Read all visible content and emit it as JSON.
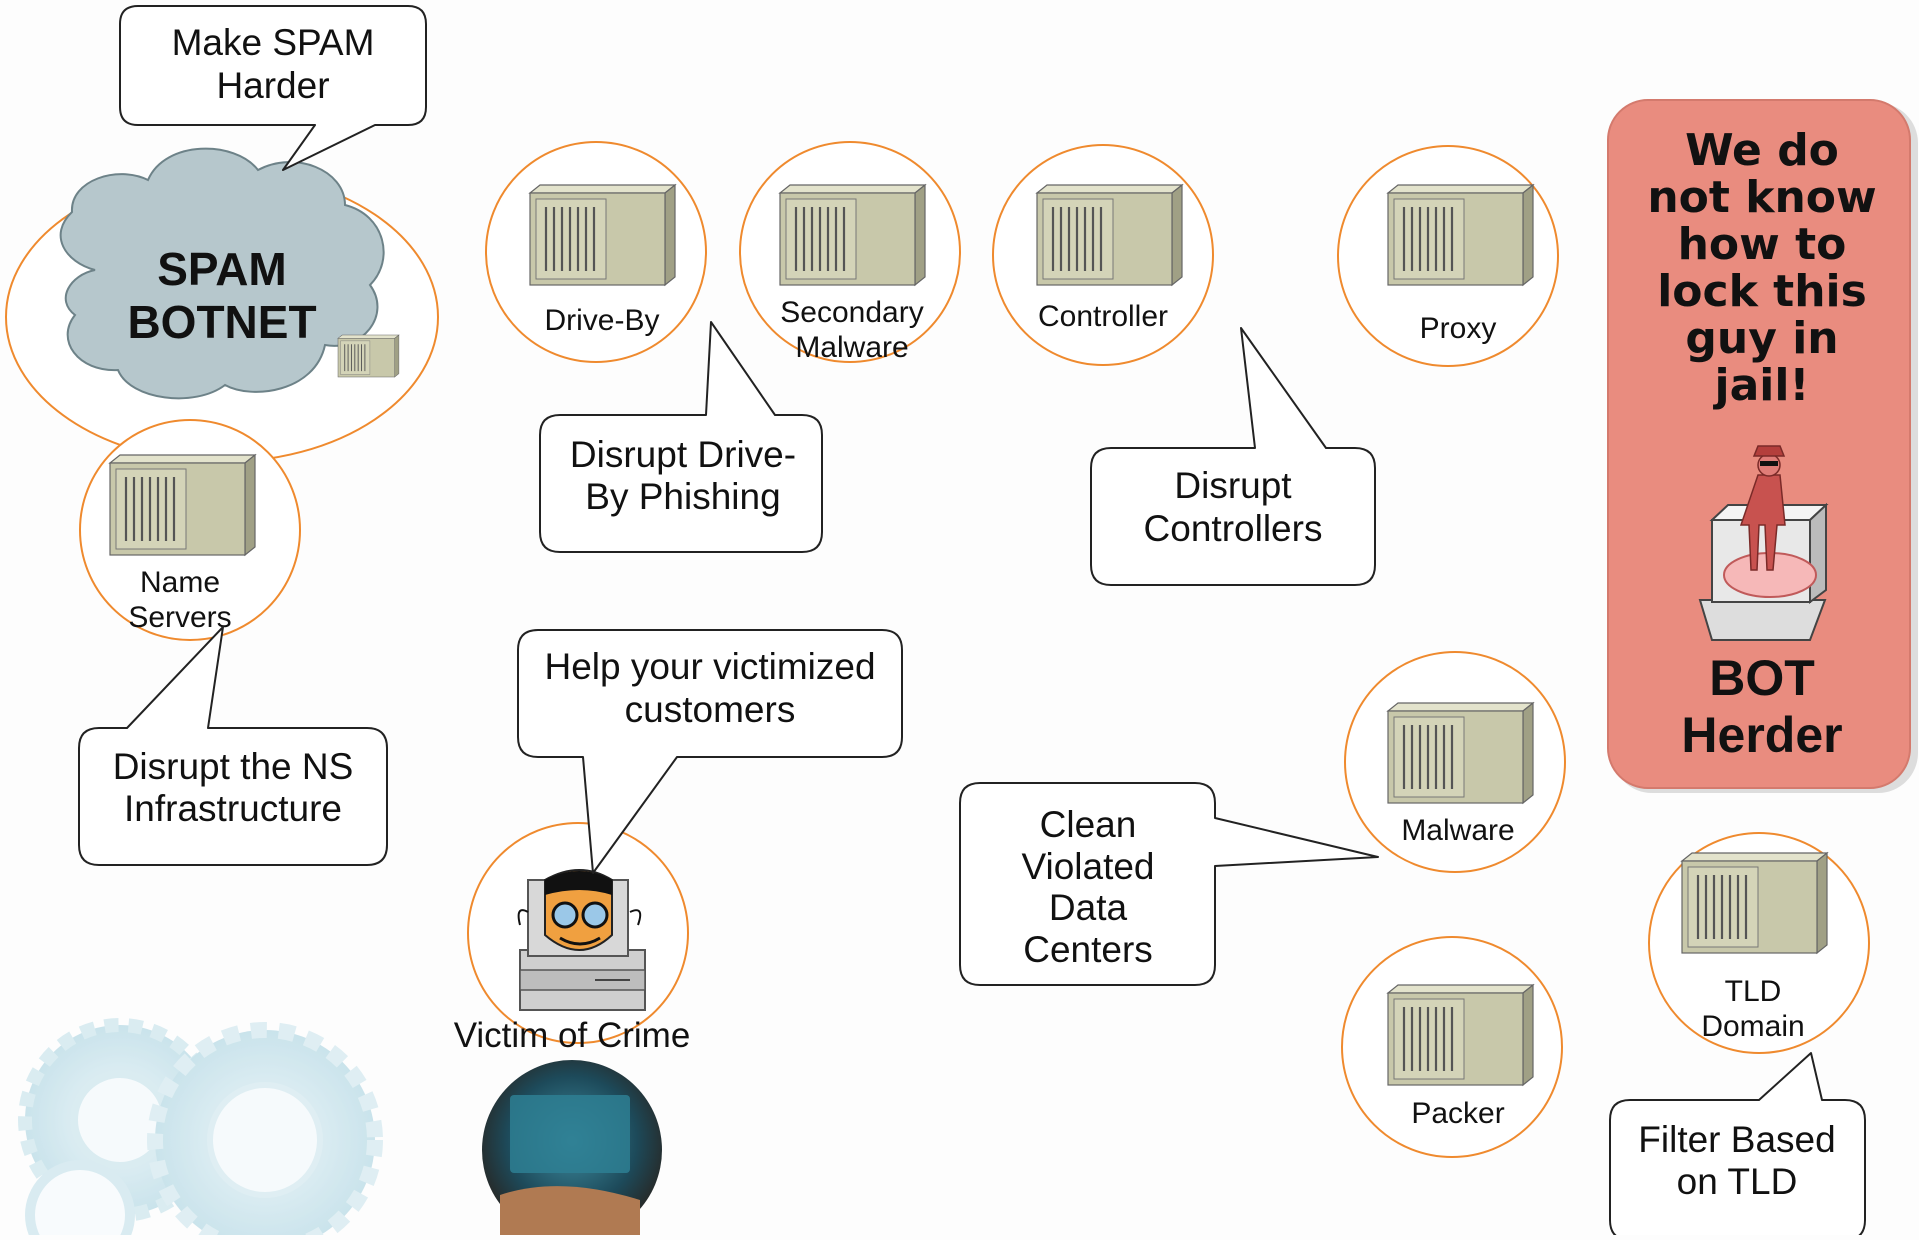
{
  "botnet": {
    "title_line1": "SPAM",
    "title_line2": "BOTNET"
  },
  "servers": {
    "name_servers": {
      "line1": "Name",
      "line2": "Servers"
    },
    "drive_by": "Drive-By",
    "secondary_malware": {
      "line1": "Secondary",
      "line2": "Malware"
    },
    "controller": "Controller",
    "proxy": "Proxy",
    "malware": "Malware",
    "packer": "Packer",
    "tld_domain": {
      "line1": "TLD",
      "line2": "Domain"
    }
  },
  "victim": {
    "label": "Victim of Crime"
  },
  "callouts": {
    "spam_harder": {
      "line1": "Make SPAM",
      "line2": "Harder"
    },
    "drive_by": {
      "line1": "Disrupt Drive-",
      "line2": "By Phishing"
    },
    "controllers": {
      "line1": "Disrupt",
      "line2": "Controllers"
    },
    "ns": {
      "line1": "Disrupt the NS",
      "line2": "Infrastructure"
    },
    "victims": {
      "line1": "Help your victimized",
      "line2": "customers"
    },
    "data_centers": {
      "line1": "Clean",
      "line2": "Violated",
      "line3": "Data",
      "line4": "Centers"
    },
    "tld": {
      "line1": "Filter Based",
      "line2": "on TLD"
    }
  },
  "herder_panel": {
    "message_lines": [
      "We do",
      "not know",
      "how to",
      "lock this",
      "guy in",
      "jail!"
    ],
    "title_line1": "BOT",
    "title_line2": "Herder"
  },
  "colors": {
    "ring": "#ef8a2e",
    "cloud": "#b6c7cc",
    "server_face": "#c8c8aa",
    "panel": "#e98c7f"
  }
}
